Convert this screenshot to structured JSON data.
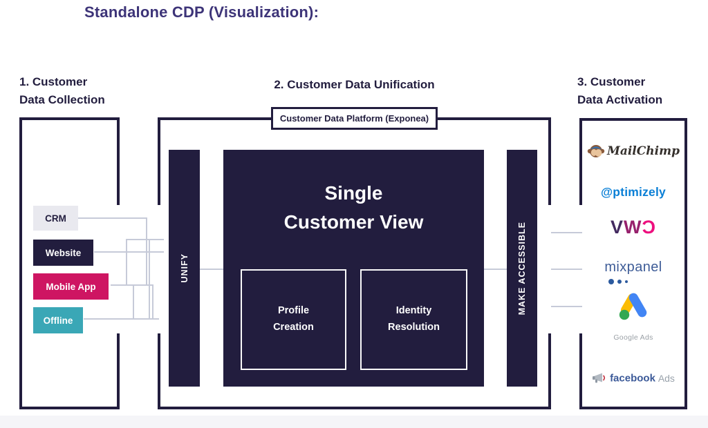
{
  "page": {
    "title": "Standalone CDP (Visualization):"
  },
  "collection": {
    "heading_line1": "1. Customer",
    "heading_line2": "Data Collection",
    "sources": [
      {
        "label": "CRM",
        "color": "#e9e9ef"
      },
      {
        "label": "Website",
        "color": "#221d3e"
      },
      {
        "label": "Mobile App",
        "color": "#ce1562"
      },
      {
        "label": "Offline",
        "color": "#3aa7b6"
      }
    ]
  },
  "unification": {
    "heading": "2. Customer Data Unification",
    "platform_label": "Customer Data Platform (Exponea)",
    "unify_label": "UNIFY",
    "scv_line1": "Single",
    "scv_line2": "Customer View",
    "profile_label": "Profile Creation",
    "identity_label": "Identity Resolution",
    "make_accessible_label": "MAKE ACCESSIBLE"
  },
  "activation": {
    "heading_line1": "3. Customer",
    "heading_line2": "Data Activation",
    "tools": {
      "mailchimp": {
        "label": "MailChimp"
      },
      "optimizely": {
        "label": "Optimizely",
        "icon_char": "@",
        "display_rest": "ptimizely"
      },
      "vwo": {
        "label": "VWO",
        "v": "V",
        "w": "W",
        "o": "Ɔ"
      },
      "mixpanel": {
        "label": "mixpanel"
      },
      "google_ads": {
        "label": "Google Ads"
      },
      "facebook_ads": {
        "brand": "facebook",
        "suffix": "Ads"
      }
    }
  },
  "colors": {
    "dark_navy": "#221d3e",
    "title_purple": "#3d3478",
    "magenta": "#ce1562",
    "teal": "#3aa7b6",
    "chip_gray": "#e9e9ef",
    "connector_gray": "#c6cad8",
    "optimizely_blue": "#0a7fd6",
    "vwo_pink": "#ed0f7e",
    "mixpanel_blue": "#3e5c97",
    "facebook_blue": "#3b5998",
    "google_yellow": "#fbbc04",
    "google_blue": "#4285f4",
    "google_green": "#34a853"
  }
}
